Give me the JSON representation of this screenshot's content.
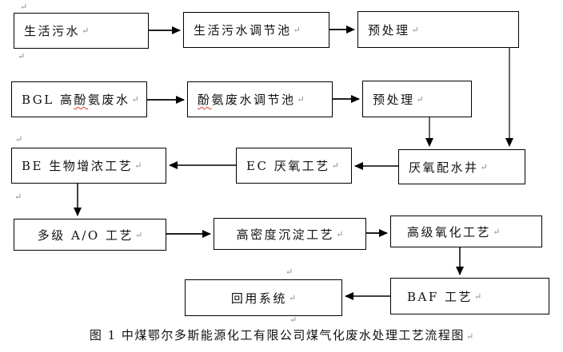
{
  "diagram": {
    "caption": "图 1 中煤鄂尔多斯能源化工有限公司煤气化废水处理工艺流程图",
    "return_mark": "↵",
    "nodes": {
      "domestic_sewage": {
        "label": "生活污水"
      },
      "domestic_regulating_pool": {
        "label": "生活污水调节池"
      },
      "pretreatment_1": {
        "label": "预处理"
      },
      "bgl_wastewater": {
        "pre": "BGL 高",
        "marked": "酚",
        "post": "氨废水"
      },
      "phenol_regulating_pool": {
        "marked": "酚",
        "post": "氨废水调节池"
      },
      "pretreatment_2": {
        "label": "预处理"
      },
      "be_bio_concentration": {
        "label": "BE 生物增浓工艺"
      },
      "ec_anaerobic": {
        "label": "EC 厌氧工艺"
      },
      "anaerobic_distribution_well": {
        "label": "厌氧配水井"
      },
      "multistage_ao": {
        "label": "多级 A/O 工艺"
      },
      "high_density_sedimentation": {
        "label": "高密度沉淀工艺"
      },
      "advanced_oxidation": {
        "label": "高级氧化工艺"
      },
      "reuse_system": {
        "label": "回用系统"
      },
      "baf_process": {
        "label": "BAF 工艺"
      }
    },
    "edges": [
      {
        "from": "生活污水",
        "to": "生活污水调节池"
      },
      {
        "from": "生活污水调节池",
        "to": "预处理"
      },
      {
        "from": "预处理(生活污水线)",
        "to": "厌氧配水井"
      },
      {
        "from": "BGL 高酚氨废水",
        "to": "酚氨废水调节池"
      },
      {
        "from": "酚氨废水调节池",
        "to": "预处理"
      },
      {
        "from": "预处理(酚氨线)",
        "to": "厌氧配水井"
      },
      {
        "from": "厌氧配水井",
        "to": "EC 厌氧工艺"
      },
      {
        "from": "EC 厌氧工艺",
        "to": "BE 生物增浓工艺"
      },
      {
        "from": "BE 生物增浓工艺",
        "to": "多级 A/O 工艺"
      },
      {
        "from": "多级 A/O 工艺",
        "to": "高密度沉淀工艺"
      },
      {
        "from": "高密度沉淀工艺",
        "to": "高级氧化工艺"
      },
      {
        "from": "高级氧化工艺",
        "to": "BAF 工艺"
      },
      {
        "from": "BAF 工艺",
        "to": "回用系统"
      }
    ]
  }
}
